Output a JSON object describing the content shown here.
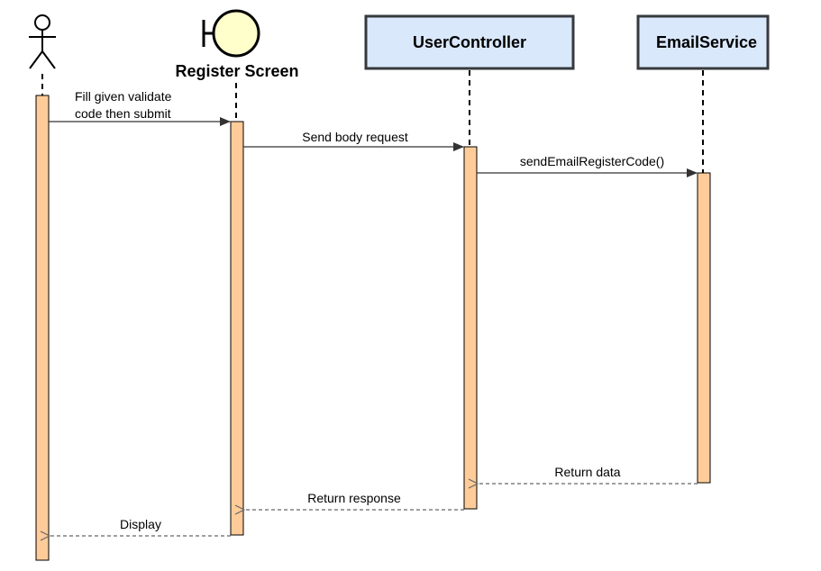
{
  "participants": {
    "actor": {
      "label": ""
    },
    "register_screen": {
      "label": "Register Screen"
    },
    "user_controller": {
      "label": "UserController"
    },
    "email_service": {
      "label": "EmailService"
    }
  },
  "messages": {
    "fill_code": {
      "line1": "Fill given validate",
      "line2": "code then submit"
    },
    "send_body": {
      "label": "Send body request"
    },
    "send_email": {
      "label": "sendEmailRegisterCode()"
    },
    "return_data": {
      "label": "Return data"
    },
    "return_response": {
      "label": "Return response"
    },
    "display": {
      "label": "Display"
    }
  },
  "colors": {
    "activation_fill": "#FFCC99",
    "participant_fill": "#DAE8FC",
    "boundary_fill": "#FFFFCC",
    "line": "#000000",
    "return_line": "#666666"
  }
}
